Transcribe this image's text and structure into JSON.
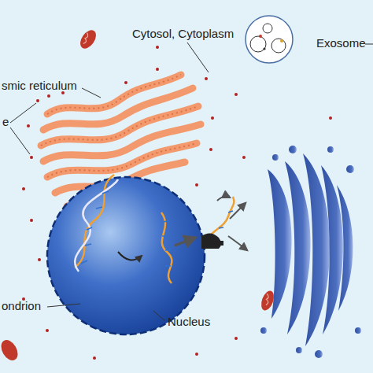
{
  "diagram": {
    "labels": [
      "Cytosol, Cytoplasm",
      "Exosome",
      "smic reticulum",
      "e",
      "ondrion",
      "Nucleus"
    ]
  }
}
